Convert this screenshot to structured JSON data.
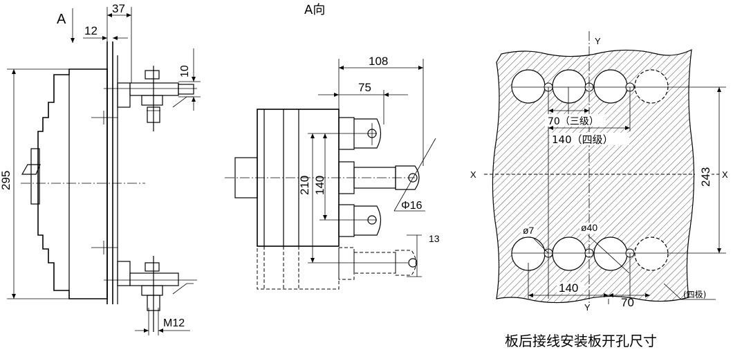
{
  "side_view": {
    "label_a": "A",
    "dim_37": "37",
    "dim_12": "12",
    "dim_10": "10",
    "dim_295": "295",
    "dim_m12": "M12"
  },
  "a_view": {
    "title": "A向",
    "dim_108": "108",
    "dim_75": "75",
    "dim_210": "210",
    "dim_140": "140",
    "dim_phi16": "Φ16",
    "dim_13": "13"
  },
  "cutout": {
    "axis_y_top": "Y",
    "axis_y_bottom": "Y",
    "axis_x_left": "X",
    "axis_x_right": "X",
    "dim_70_three": "70（三级）",
    "dim_140_four": "140（四级）",
    "dim_243": "243",
    "dim_phi7": "ø7",
    "dim_phi40": "ø40",
    "dim_140": "140",
    "dim_70": "70",
    "four_pole_note": "(四极)",
    "caption": "板后接线安装板开孔尺寸"
  }
}
